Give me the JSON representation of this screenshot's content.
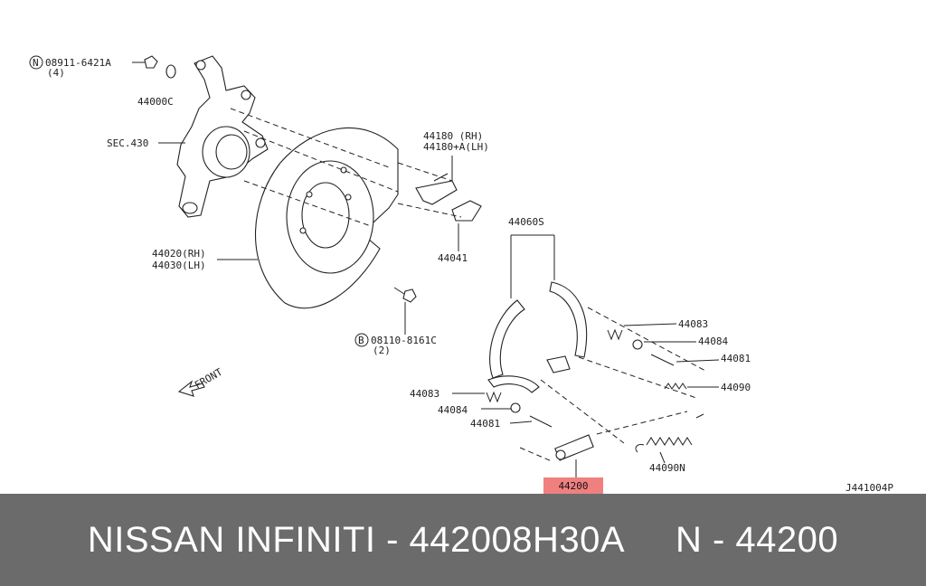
{
  "labels": {
    "nut_code": "08911-6421A",
    "nut_qty": "(4)",
    "nut_prefix": "N",
    "p44000c": "44000C",
    "sec430": "SEC.430",
    "p44180_rh": "44180 (RH)",
    "p44180_lh": "44180+A(LH)",
    "p44041": "44041",
    "p44060s": "44060S",
    "p44020": "44020(RH)",
    "p44030": "44030(LH)",
    "p44083_r": "44083",
    "p44084_r": "44084",
    "p44081_r": "44081",
    "p44090": "44090",
    "bolt_code": "08110-8161C",
    "bolt_qty": "(2)",
    "bolt_prefix": "B",
    "front": "FRONT",
    "p44083_l": "44083",
    "p44084_l": "44084",
    "p44081_l": "44081",
    "p44090n": "44090N",
    "p44200": "44200",
    "diagram_id": "J441004P"
  },
  "highlight": {
    "color": "#f08080"
  },
  "footer": {
    "text": "NISSAN INFINITI - 442008H30A     N - 44200",
    "background": "#6b6b6b"
  }
}
